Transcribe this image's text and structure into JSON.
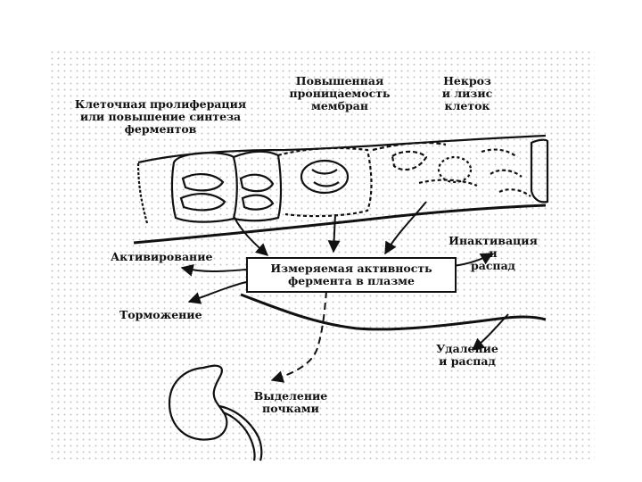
{
  "labels": {
    "proliferation": "Клеточная пролиферация\nили повышение синтеза\nферментов",
    "permeability": "Повышенная\nпроницаемость\nмембран",
    "necrosis": "Некроз\nи лизис\nклеток",
    "measured": "Измеряемая активность\nфермента в плазме",
    "activation": "Активирование",
    "inhibition": "Торможение",
    "inactivation": "Инактивация\nи\nраспад",
    "removal": "Удаление\nи распад",
    "excretion": "Выделение\nпочками"
  },
  "colors": {
    "ink": "#111111",
    "dots": "#c4c4c4"
  }
}
